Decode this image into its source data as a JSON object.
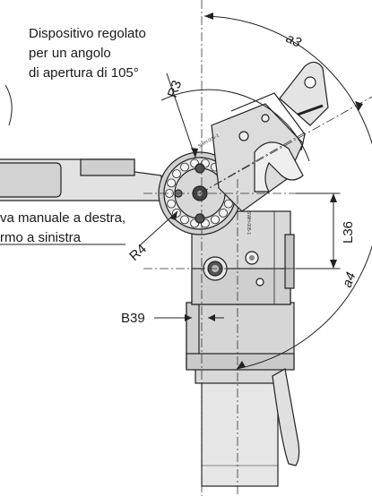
{
  "annotations": {
    "note_line1": "Dispositivo regolato",
    "note_line2": "per un angolo",
    "note_line3": "di apertura di 105°",
    "side_note_line1": "va manuale a destra,",
    "side_note_line2": "rmo a sinistra"
  },
  "dimensions": {
    "a3": "a3",
    "r3": "R3",
    "r4": "R4",
    "l36": "L36",
    "a4": "a4",
    "b39": "B39"
  },
  "part_markings": {
    "top_marking": "SWH-005-1",
    "side_marking": "SWH-005-1"
  }
}
